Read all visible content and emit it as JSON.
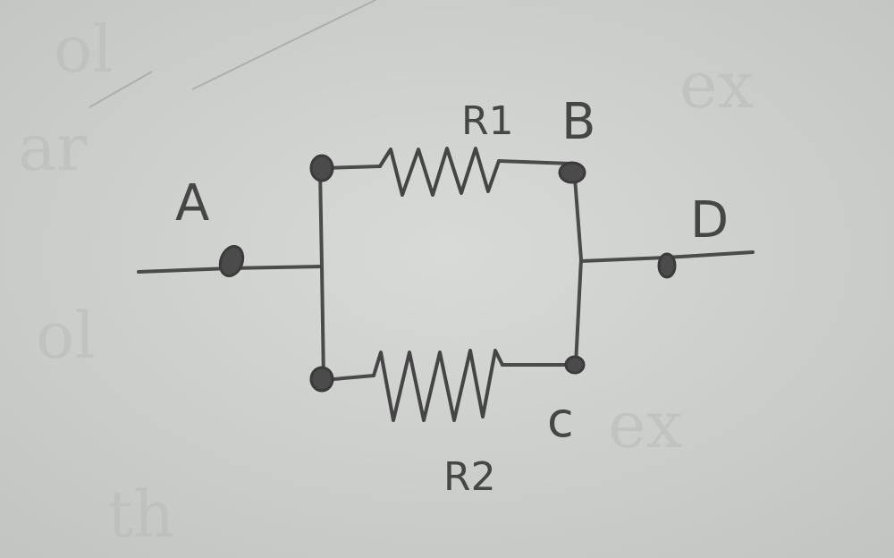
{
  "labels": {
    "node_a": "A",
    "node_b": "B",
    "node_c": "c",
    "node_d": "D",
    "r1": "R1",
    "r2": "R2"
  },
  "colors": {
    "paper": "#cfd1cf",
    "ink": "#4a4b4a"
  }
}
